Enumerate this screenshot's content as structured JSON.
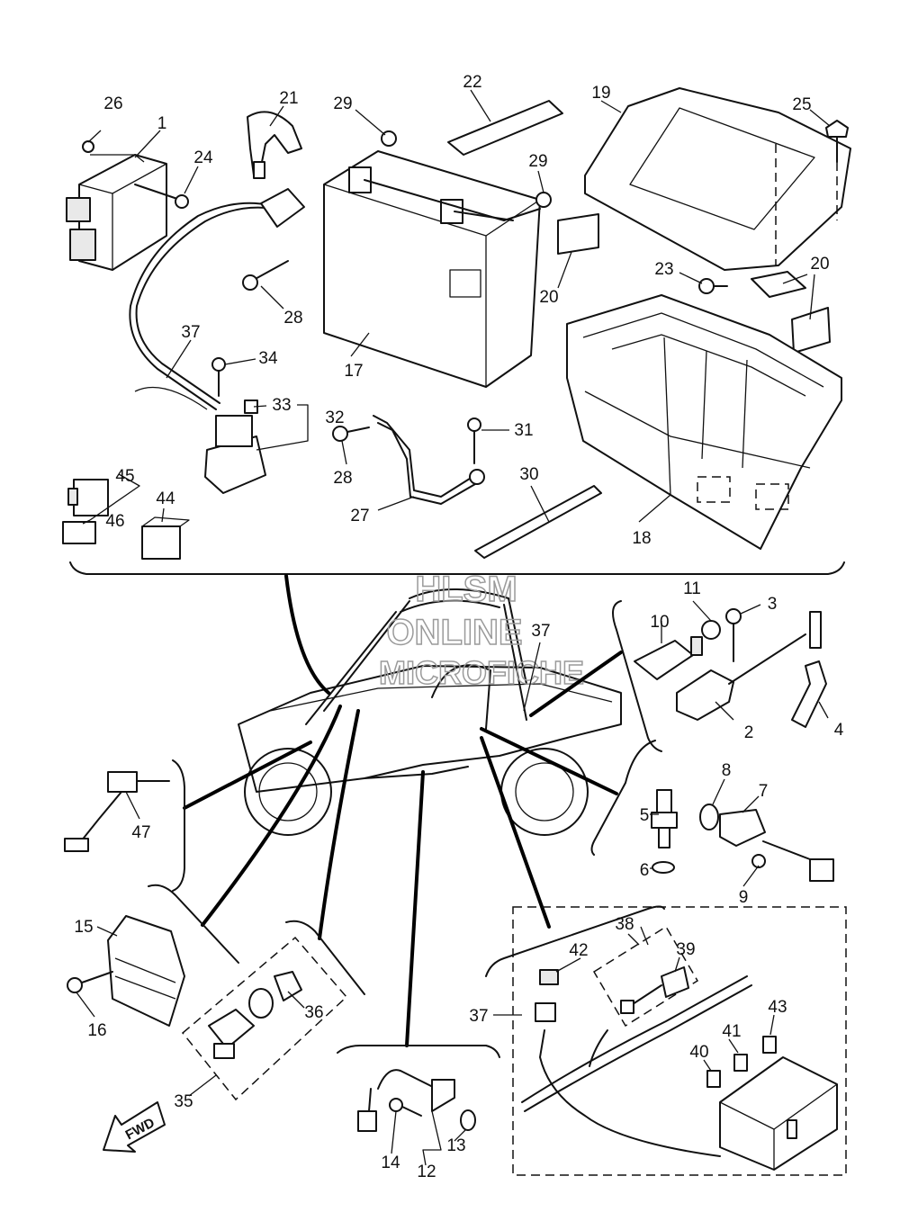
{
  "watermark": {
    "line1": "HLSM",
    "line2": "ONLINE",
    "line3": "MICROFICHE"
  },
  "direction_badge": "FWD",
  "callouts": {
    "n1": "1",
    "n2": "2",
    "n3": "3",
    "n4": "4",
    "n5": "5",
    "n6": "6",
    "n7": "7",
    "n8": "8",
    "n9": "9",
    "n10": "10",
    "n11": "11",
    "n12": "12",
    "n13": "13",
    "n14": "14",
    "n15": "15",
    "n16": "16",
    "n17": "17",
    "n18": "18",
    "n19": "19",
    "n20": "20",
    "n21": "21",
    "n22": "22",
    "n23": "23",
    "n24": "24",
    "n25": "25",
    "n26": "26",
    "n27": "27",
    "n28": "28",
    "n29": "29",
    "n30": "30",
    "n31": "31",
    "n32": "32",
    "n33": "33",
    "n34": "34",
    "n35": "35",
    "n36": "36",
    "n37": "37",
    "n38": "38",
    "n39": "39",
    "n40": "40",
    "n41": "41",
    "n42": "42",
    "n43": "43",
    "n44": "44",
    "n45": "45",
    "n46": "46",
    "n47": "47"
  }
}
